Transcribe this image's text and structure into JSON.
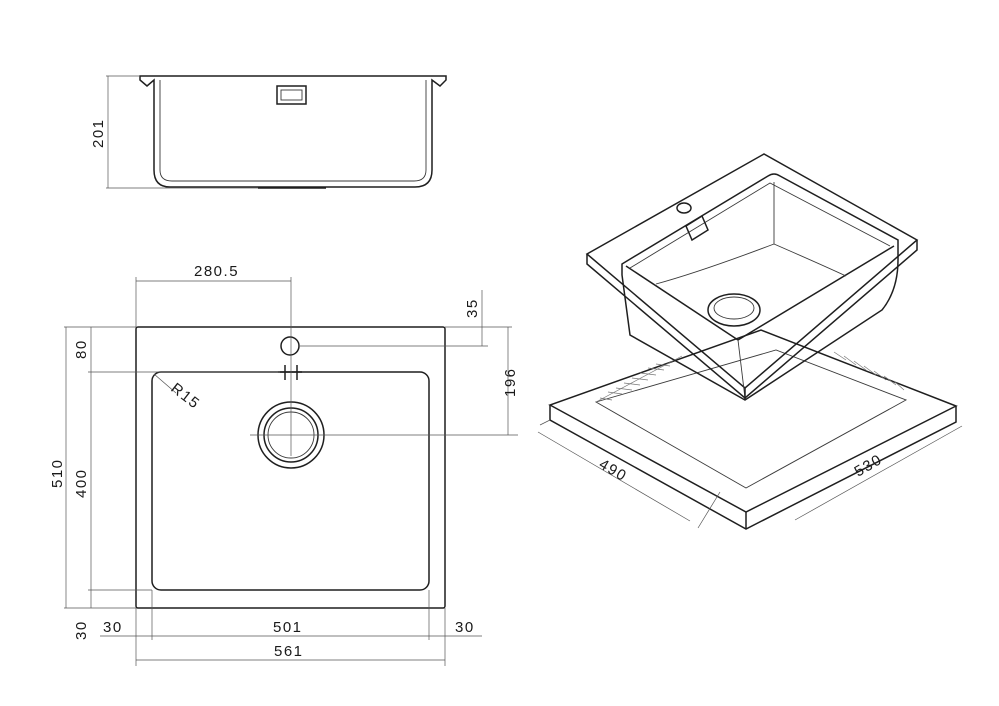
{
  "drawing": {
    "title": "",
    "views": [
      "front-section",
      "top-plan",
      "isometric"
    ]
  },
  "dimensions": {
    "height": "201",
    "tap_hole_x": "280.5",
    "tap_hole_offset": "35",
    "tap_to_waste": "196",
    "edge_top": "80",
    "overall_depth": "510",
    "bowl_depth": "400",
    "corner_radius": "R15",
    "bottom_margin": "30",
    "side_left": "30",
    "bowl_width": "501",
    "side_right": "30",
    "overall_width": "561",
    "iso_depth": "490",
    "iso_width": "530"
  },
  "colors": {
    "line": "#1f1f1f",
    "dim": "#555555",
    "background": "#ffffff"
  }
}
